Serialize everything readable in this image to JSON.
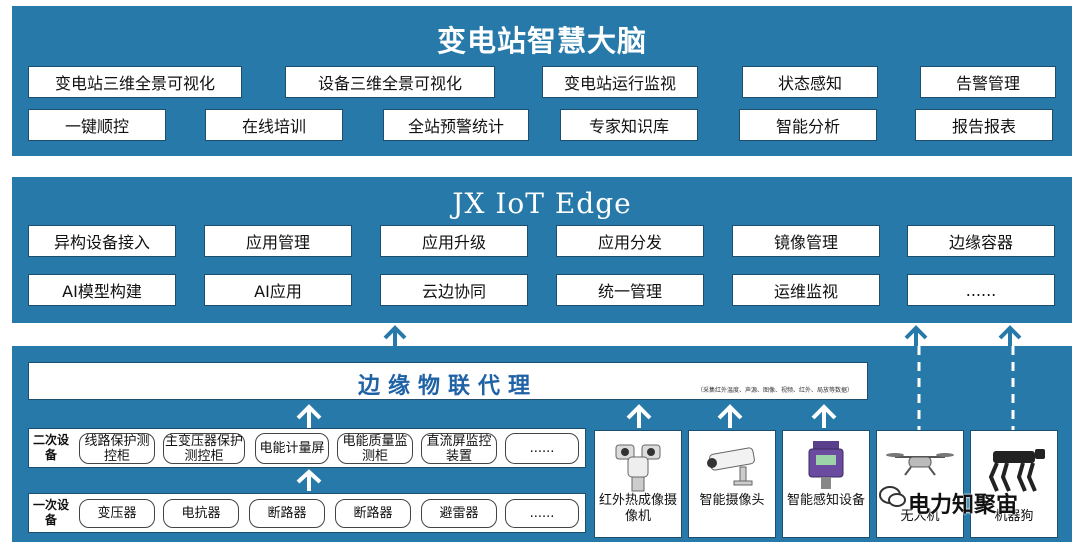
{
  "brain": {
    "title": "变电站智慧大脑",
    "row1": [
      "变电站三维全景可视化",
      "设备三维全景可视化",
      "变电站运行监视",
      "状态感知",
      "告警管理"
    ],
    "row2": [
      "一键顺控",
      "在线培训",
      "全站预警统计",
      "专家知识库",
      "智能分析",
      "报告报表"
    ]
  },
  "edge": {
    "title": "JX IoT Edge",
    "row1": [
      "异构设备接入",
      "应用管理",
      "应用升级",
      "应用分发",
      "镜像管理",
      "边缘容器"
    ],
    "row2": [
      "AI模型构建",
      "AI应用",
      "云边协同",
      "统一管理",
      "运维监视",
      "......"
    ]
  },
  "proxy": {
    "title": "边缘物联代理",
    "note": "（采集红外温度、声源、图像、视频、红外、局放等数据）"
  },
  "secondary": {
    "label": "二次设备",
    "items": [
      "线路保护测控柜",
      "主变压器保护测控柜",
      "电能计量屏",
      "电能质量监测柜",
      "直流屏监控装置",
      "......"
    ]
  },
  "primary": {
    "label": "一次设备",
    "items": [
      "变压器",
      "电抗器",
      "断路器",
      "断路器",
      "避雷器",
      "......"
    ]
  },
  "devices": [
    "红外热成像摄像机",
    "智能摄像头",
    "智能感知设备",
    "无人机",
    "机器狗"
  ],
  "watermark": "电力知聚宙",
  "colors": {
    "panel": "#2679a9",
    "proxy_title": "#1f62a6"
  }
}
